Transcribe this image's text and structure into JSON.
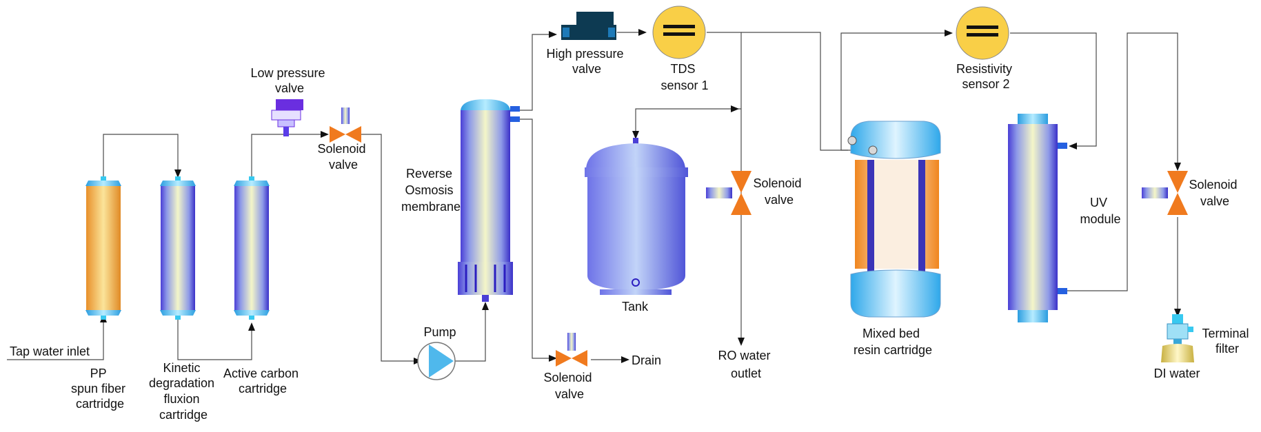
{
  "labels": {
    "tap_water_inlet": "Tap water inlet",
    "pp_cartridge": [
      "PP",
      "spun fiber",
      "cartridge"
    ],
    "kdf_cartridge": [
      "Kinetic",
      "degradation",
      "fluxion",
      "cartridge"
    ],
    "active_carbon": [
      "Active carbon",
      "cartridge"
    ],
    "low_pressure_valve": [
      "Low pressure",
      "valve"
    ],
    "solenoid_valve_1": [
      "Solenoid",
      "valve"
    ],
    "pump": "Pump",
    "ro_membrane": [
      "Reverse",
      "Osmosis",
      "membrane"
    ],
    "solenoid_valve_drain": [
      "Solenoid",
      "valve"
    ],
    "drain": "Drain",
    "high_pressure_valve": [
      "High pressure",
      "valve"
    ],
    "tds_sensor": [
      "TDS",
      "sensor 1"
    ],
    "tank": "Tank",
    "solenoid_valve_ro": [
      "Solenoid",
      "valve"
    ],
    "ro_water_outlet": [
      "RO water",
      "outlet"
    ],
    "mixed_bed": [
      "Mixed bed",
      "resin cartridge"
    ],
    "resistivity_sensor": [
      "Resistivity",
      "sensor 2"
    ],
    "uv_module": [
      "UV",
      "module"
    ],
    "solenoid_valve_di": [
      "Solenoid",
      "valve"
    ],
    "terminal_filter": [
      "Terminal",
      "filter"
    ],
    "di_water": "DI water"
  },
  "colors": {
    "pipe": "#4a4a4a",
    "valve_orange": "#f07a1e",
    "sensor_yellow": "#f9cf47",
    "pump_blue": "#4fb8ec",
    "cartridge_blue": "#4a3fd6",
    "pp_orange": "#f2a540",
    "cyan": "#38c9f0"
  }
}
